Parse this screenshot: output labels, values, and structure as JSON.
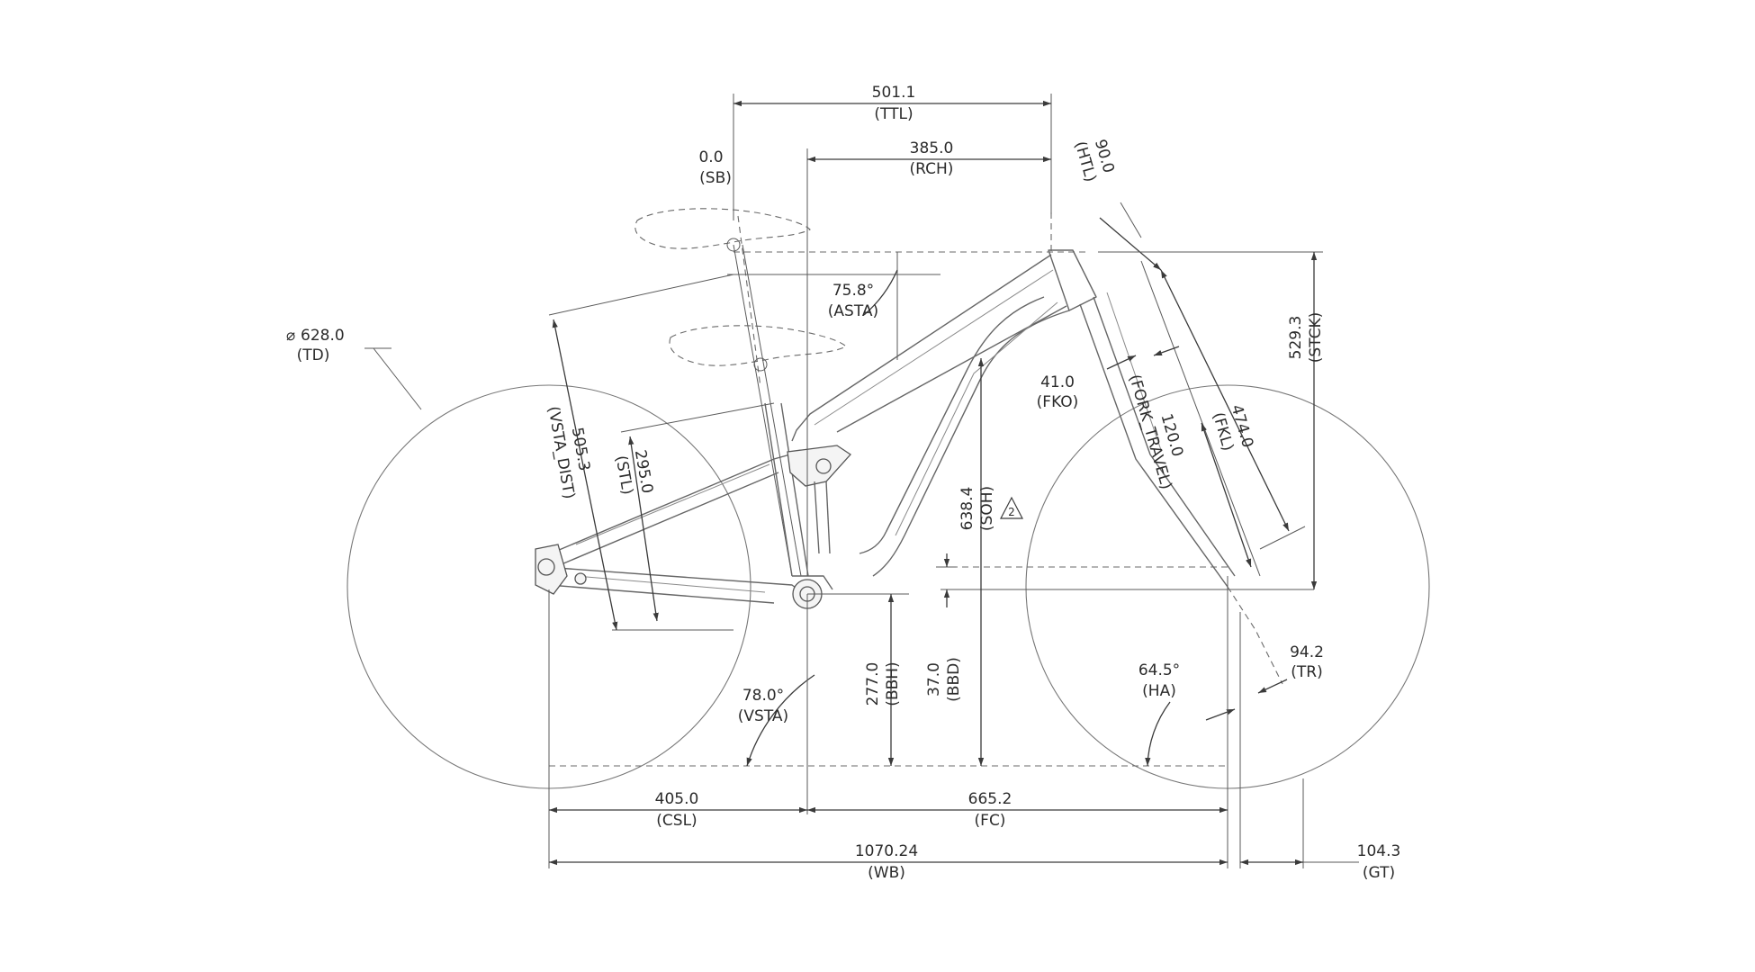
{
  "dimensions": {
    "ttl": {
      "value": "501.1",
      "code": "(TTL)"
    },
    "rch": {
      "value": "385.0",
      "code": "(RCH)"
    },
    "sb": {
      "value": "0.0",
      "code": "(SB)"
    },
    "htl": {
      "value": "90.0",
      "code": "(HTL)"
    },
    "asta": {
      "value": "75.8°",
      "code": "(ASTA)"
    },
    "stck": {
      "value": "529.3",
      "code": "(STCK)"
    },
    "td": {
      "value": "628.0",
      "code": "(TD)",
      "symbol": "⌀"
    },
    "fko": {
      "value": "41.0",
      "code": "(FKO)"
    },
    "fork_travel": {
      "value": "120.0",
      "code": "(FORK_TRAVEL)"
    },
    "fkl": {
      "value": "474.0",
      "code": "(FKL)"
    },
    "vsta_dist": {
      "value": "505.3",
      "code": "(VSTA_DIST)"
    },
    "stl": {
      "value": "295.0",
      "code": "(STL)"
    },
    "soh": {
      "value": "638.4",
      "code": "(SOH)"
    },
    "note_flag": "2",
    "vsta": {
      "value": "78.0°",
      "code": "(VSTA)"
    },
    "bbh": {
      "value": "277.0",
      "code": "(BBH)"
    },
    "bbd": {
      "value": "37.0",
      "code": "(BBD)"
    },
    "ha": {
      "value": "64.5°",
      "code": "(HA)"
    },
    "tr": {
      "value": "94.2",
      "code": "(TR)"
    },
    "csl": {
      "value": "405.0",
      "code": "(CSL)"
    },
    "fc": {
      "value": "665.2",
      "code": "(FC)"
    },
    "wb": {
      "value": "1070.24",
      "code": "(WB)"
    },
    "gt": {
      "value": "104.3",
      "code": "(GT)"
    }
  }
}
